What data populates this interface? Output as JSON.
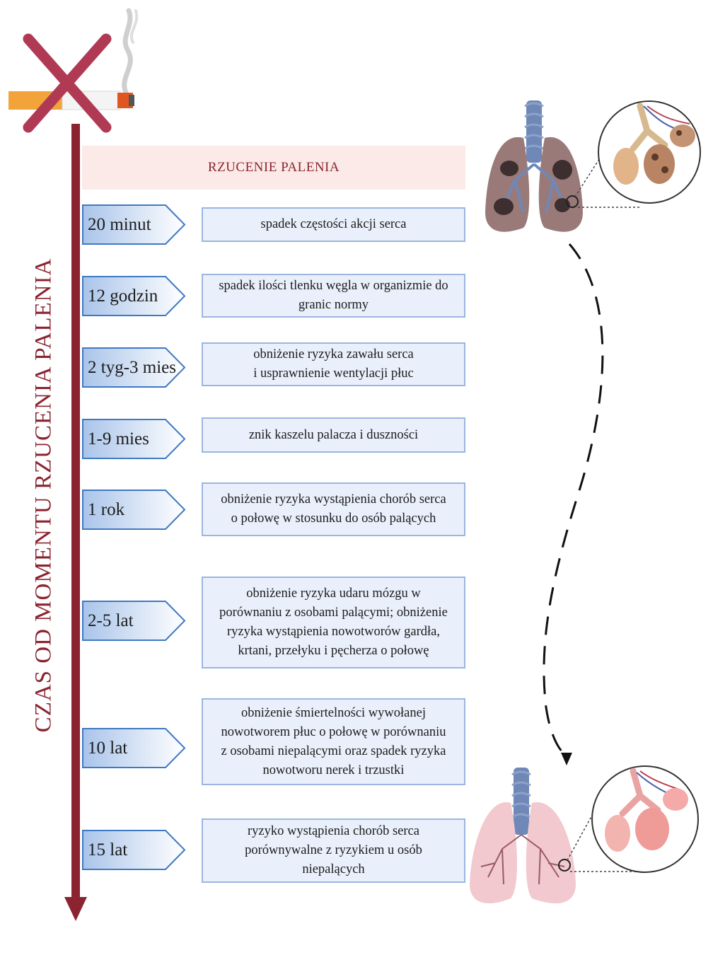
{
  "header": {
    "title": "RZUCENIE PALENIA"
  },
  "axis": {
    "title": "CZAS OD MOMENTU RZUCENIA PALENIA"
  },
  "colors": {
    "accent": "#8b2430",
    "box_border": "#9bb6e0",
    "box_fill": "#e9f0fb",
    "header_fill": "#fbeae7"
  },
  "icons": {
    "no_smoking": "crossed-cigarette-icon",
    "lungs_before": "smoker-lungs-icon",
    "lungs_after": "healthy-lungs-icon",
    "alveoli_before": "damaged-alveoli-icon",
    "alveoli_after": "healthy-alveoli-icon"
  },
  "timeline": [
    {
      "time": "20 minut",
      "text": "spadek częstości akcji serca"
    },
    {
      "time": "12 godzin",
      "text": "spadek ilości tlenku węgla w organizmie do\ngranic normy"
    },
    {
      "time": "2 tyg-3 mies",
      "text": "obniżenie ryzyka zawału serca\ni usprawnienie wentylacji płuc"
    },
    {
      "time": "1-9 mies",
      "text": "znik kaszelu palacza i duszności"
    },
    {
      "time": "1 rok",
      "text": "obniżenie ryzyka wystąpienia chorób serca\no połowę  w stosunku do osób palących"
    },
    {
      "time": "2-5 lat",
      "text": "obniżenie ryzyka udaru mózgu w\nporównaniu z osobami palącymi; obniżenie\nryzyka wystąpienia nowotworów gardła,\nkrtani, przełyku i pęcherza o połowę"
    },
    {
      "time": "10 lat",
      "text": "obniżenie śmiertelności wywołanej\nnowotworem płuc o połowę w porównaniu\nz osobami niepalącymi oraz spadek ryzyka\nnowotworu nerek i trzustki"
    },
    {
      "time": "15 lat",
      "text": "ryzyko wystąpienia chorób serca\nporównywalne z ryzykiem u osób\nniepalących"
    }
  ]
}
